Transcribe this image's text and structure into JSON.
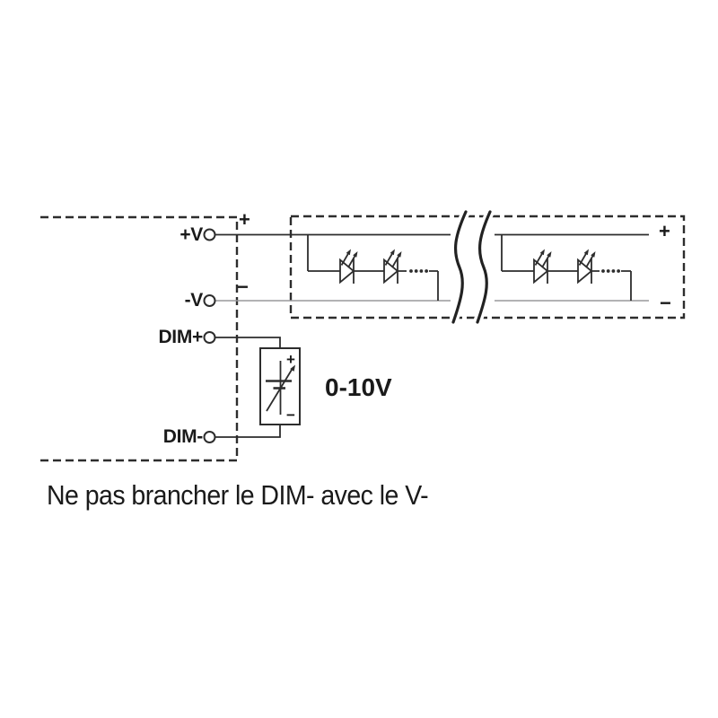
{
  "colors": {
    "wire": "#2d2d2d",
    "wire_neg": "#98989c",
    "text": "#1a1a1a"
  },
  "driver": {
    "terminals": [
      {
        "label": "+V"
      },
      {
        "label": "-V"
      },
      {
        "label": "DIM+"
      },
      {
        "label": "DIM-"
      }
    ],
    "out_plus": "+",
    "out_minus": "−"
  },
  "leds": {
    "plus": "+",
    "minus": "−"
  },
  "source": {
    "label": "0-10V",
    "plus": "+",
    "minus": "−"
  },
  "note": {
    "text": "Ne pas brancher le DIM- avec le V-"
  }
}
